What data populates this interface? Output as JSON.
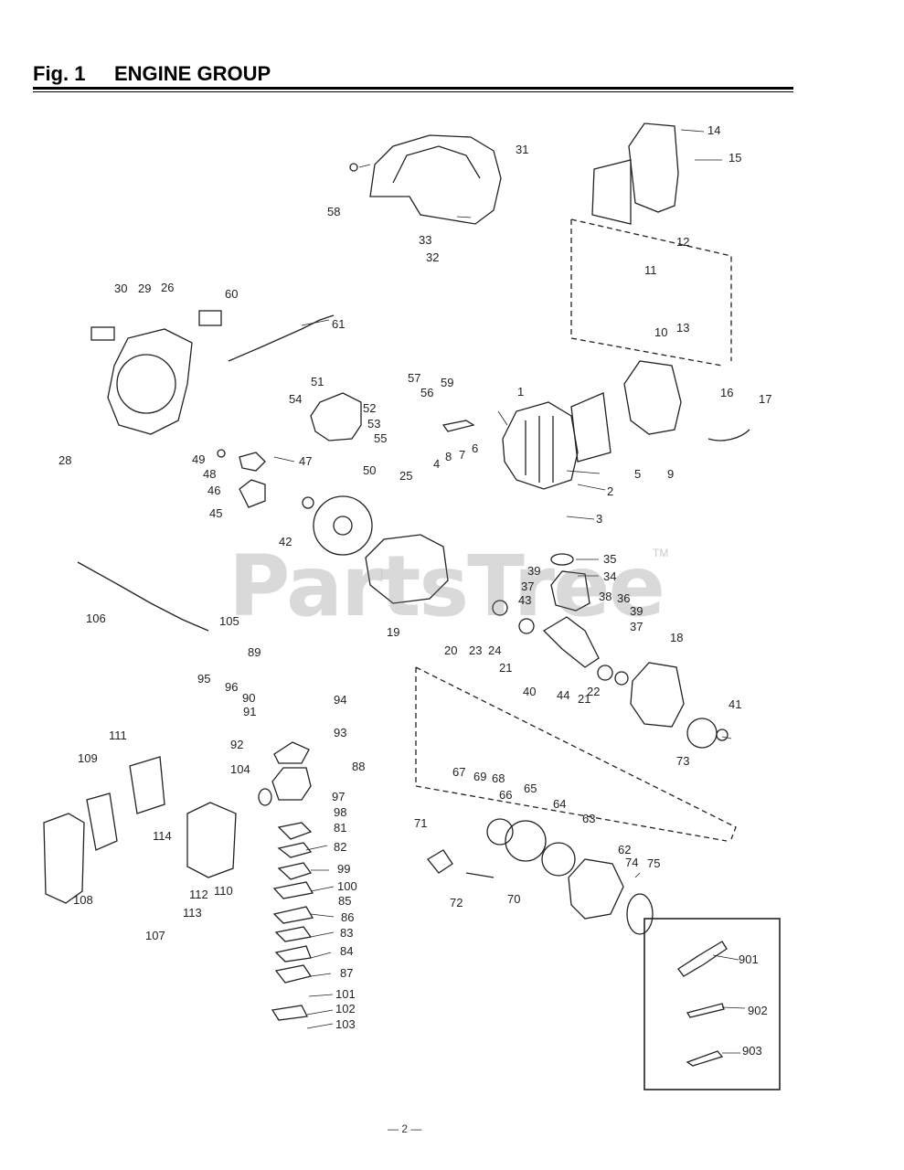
{
  "header": {
    "fig_label": "Fig. 1",
    "group_title": "ENGINE GROUP"
  },
  "watermark": {
    "text": "PartsTree",
    "tm": "TM"
  },
  "footer": {
    "page_number": "— 2 —"
  },
  "part_numbers": [
    "1",
    "2",
    "3",
    "5",
    "6",
    "7",
    "8",
    "4",
    "9",
    "10",
    "11",
    "12",
    "13",
    "14",
    "15",
    "16",
    "17",
    "18",
    "19",
    "20",
    "21",
    "21",
    "22",
    "23",
    "24",
    "25",
    "26",
    "28",
    "29",
    "30",
    "31",
    "32",
    "33",
    "34",
    "35",
    "36",
    "37",
    "37",
    "38",
    "39",
    "39",
    "40",
    "41",
    "42",
    "43",
    "44",
    "45",
    "46",
    "47",
    "48",
    "49",
    "50",
    "51",
    "52",
    "53",
    "54",
    "55",
    "56",
    "57",
    "58",
    "59",
    "60",
    "61",
    "62",
    "63",
    "64",
    "65",
    "66",
    "67",
    "68",
    "69",
    "70",
    "71",
    "72",
    "73",
    "74",
    "75",
    "81",
    "82",
    "83",
    "84",
    "85",
    "86",
    "87",
    "88",
    "89",
    "90",
    "91",
    "92",
    "93",
    "94",
    "95",
    "96",
    "97",
    "98",
    "99",
    "100",
    "101",
    "102",
    "103",
    "104",
    "105",
    "106",
    "107",
    "108",
    "109",
    "110",
    "111",
    "112",
    "113",
    "114",
    "901",
    "902",
    "903"
  ]
}
